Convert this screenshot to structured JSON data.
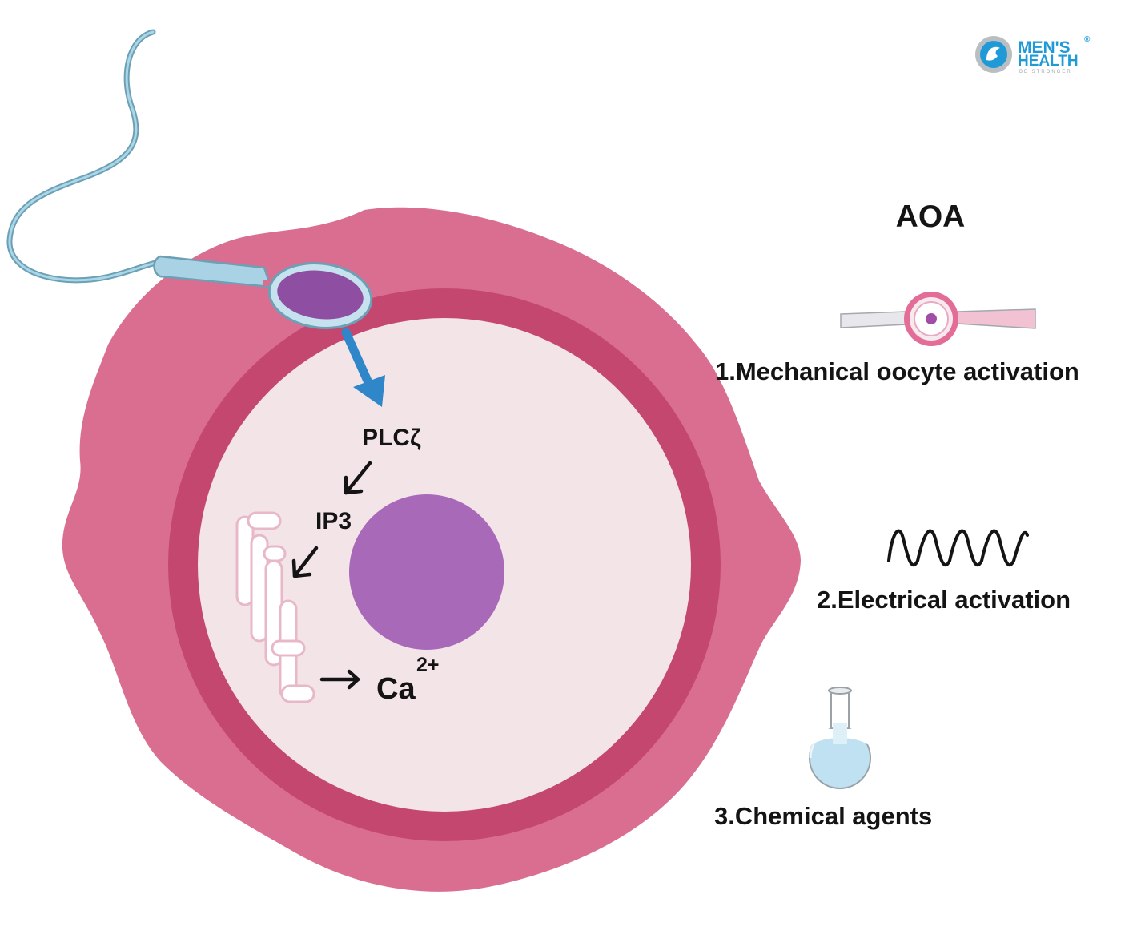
{
  "logo": {
    "line1": "MEN'S",
    "line2": "HEALTH",
    "tagline": "BE STRONGER",
    "registered_mark": "®",
    "color": "#1f9ad6"
  },
  "pathway": {
    "enzyme": "PLCζ",
    "messenger": "IP3",
    "ion": "Ca",
    "ion_charge": "2+"
  },
  "aoa": {
    "title": "AOA",
    "methods": [
      {
        "label": "1.Mechanical oocyte activation",
        "icon": "micropipette-oocyte-icon"
      },
      {
        "label": "2.Electrical activation",
        "icon": "sine-wave-icon"
      },
      {
        "label": "3.Chemical agents",
        "icon": "flask-icon"
      }
    ]
  },
  "colors": {
    "outer_layer": "#d96e91",
    "zona_ring": "#c4476f",
    "cytoplasm": "#f3e4e8",
    "nucleus": "#a86ab8",
    "sperm_head": "#8e4fa3",
    "sperm_tail": "#8fc3d8",
    "arrow_blue": "#2f86c8"
  }
}
